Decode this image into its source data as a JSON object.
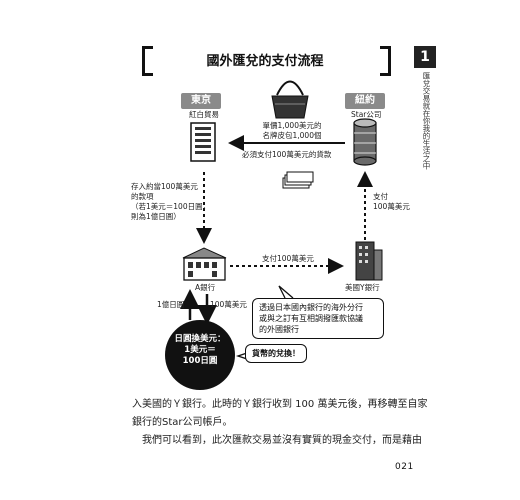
{
  "page": {
    "title": "國外匯兌的支付流程",
    "chapter_number": "1",
    "chapter_sidebar": "匯兌交易就在你我的生活之中",
    "page_number": "021"
  },
  "diagram": {
    "tokyo_tag": "東京",
    "newyork_tag": "紐約",
    "tokyo_company": "紅白貿易",
    "newyork_company": "Star公司",
    "bag_label_line1": "單價1,000美元的",
    "bag_label_line2": "名牌皮包1,000個",
    "payment_arrow_label": "必須支付100萬美元的貨款",
    "deposit_label_line1": "存入約當100萬美元",
    "deposit_label_line2": "的款項",
    "deposit_label_line3": "（若1美元＝100日圓，",
    "deposit_label_line4": "則為1億日圓）",
    "pay_right_line1": "支付",
    "pay_right_line2": "100萬美元",
    "bank_a_label": "A銀行",
    "bank_y_label": "美國Y銀行",
    "bank_pay_label": "支付100萬美元",
    "callout_line1": "透過日本國內銀行的海外分行",
    "callout_line2": "或與之訂有互相調撥匯款協議",
    "callout_line3": "的外國銀行",
    "yen_label": "1億日圓",
    "usd_label": "100萬美元",
    "circle_line1": "日圓換美元：",
    "circle_line2": "1美元＝",
    "circle_line3": "100日圓",
    "exchange_callout": "貨幣的兌換！"
  },
  "body": {
    "line1": "入美國的Ｙ銀行。此時的Ｙ銀行收到 100 萬美元後，再移轉至自家",
    "line2": "銀行的Star公司帳戶。",
    "line3": "　我們可以看到，此次匯款交易並沒有實質的現金交付，而是藉由"
  }
}
